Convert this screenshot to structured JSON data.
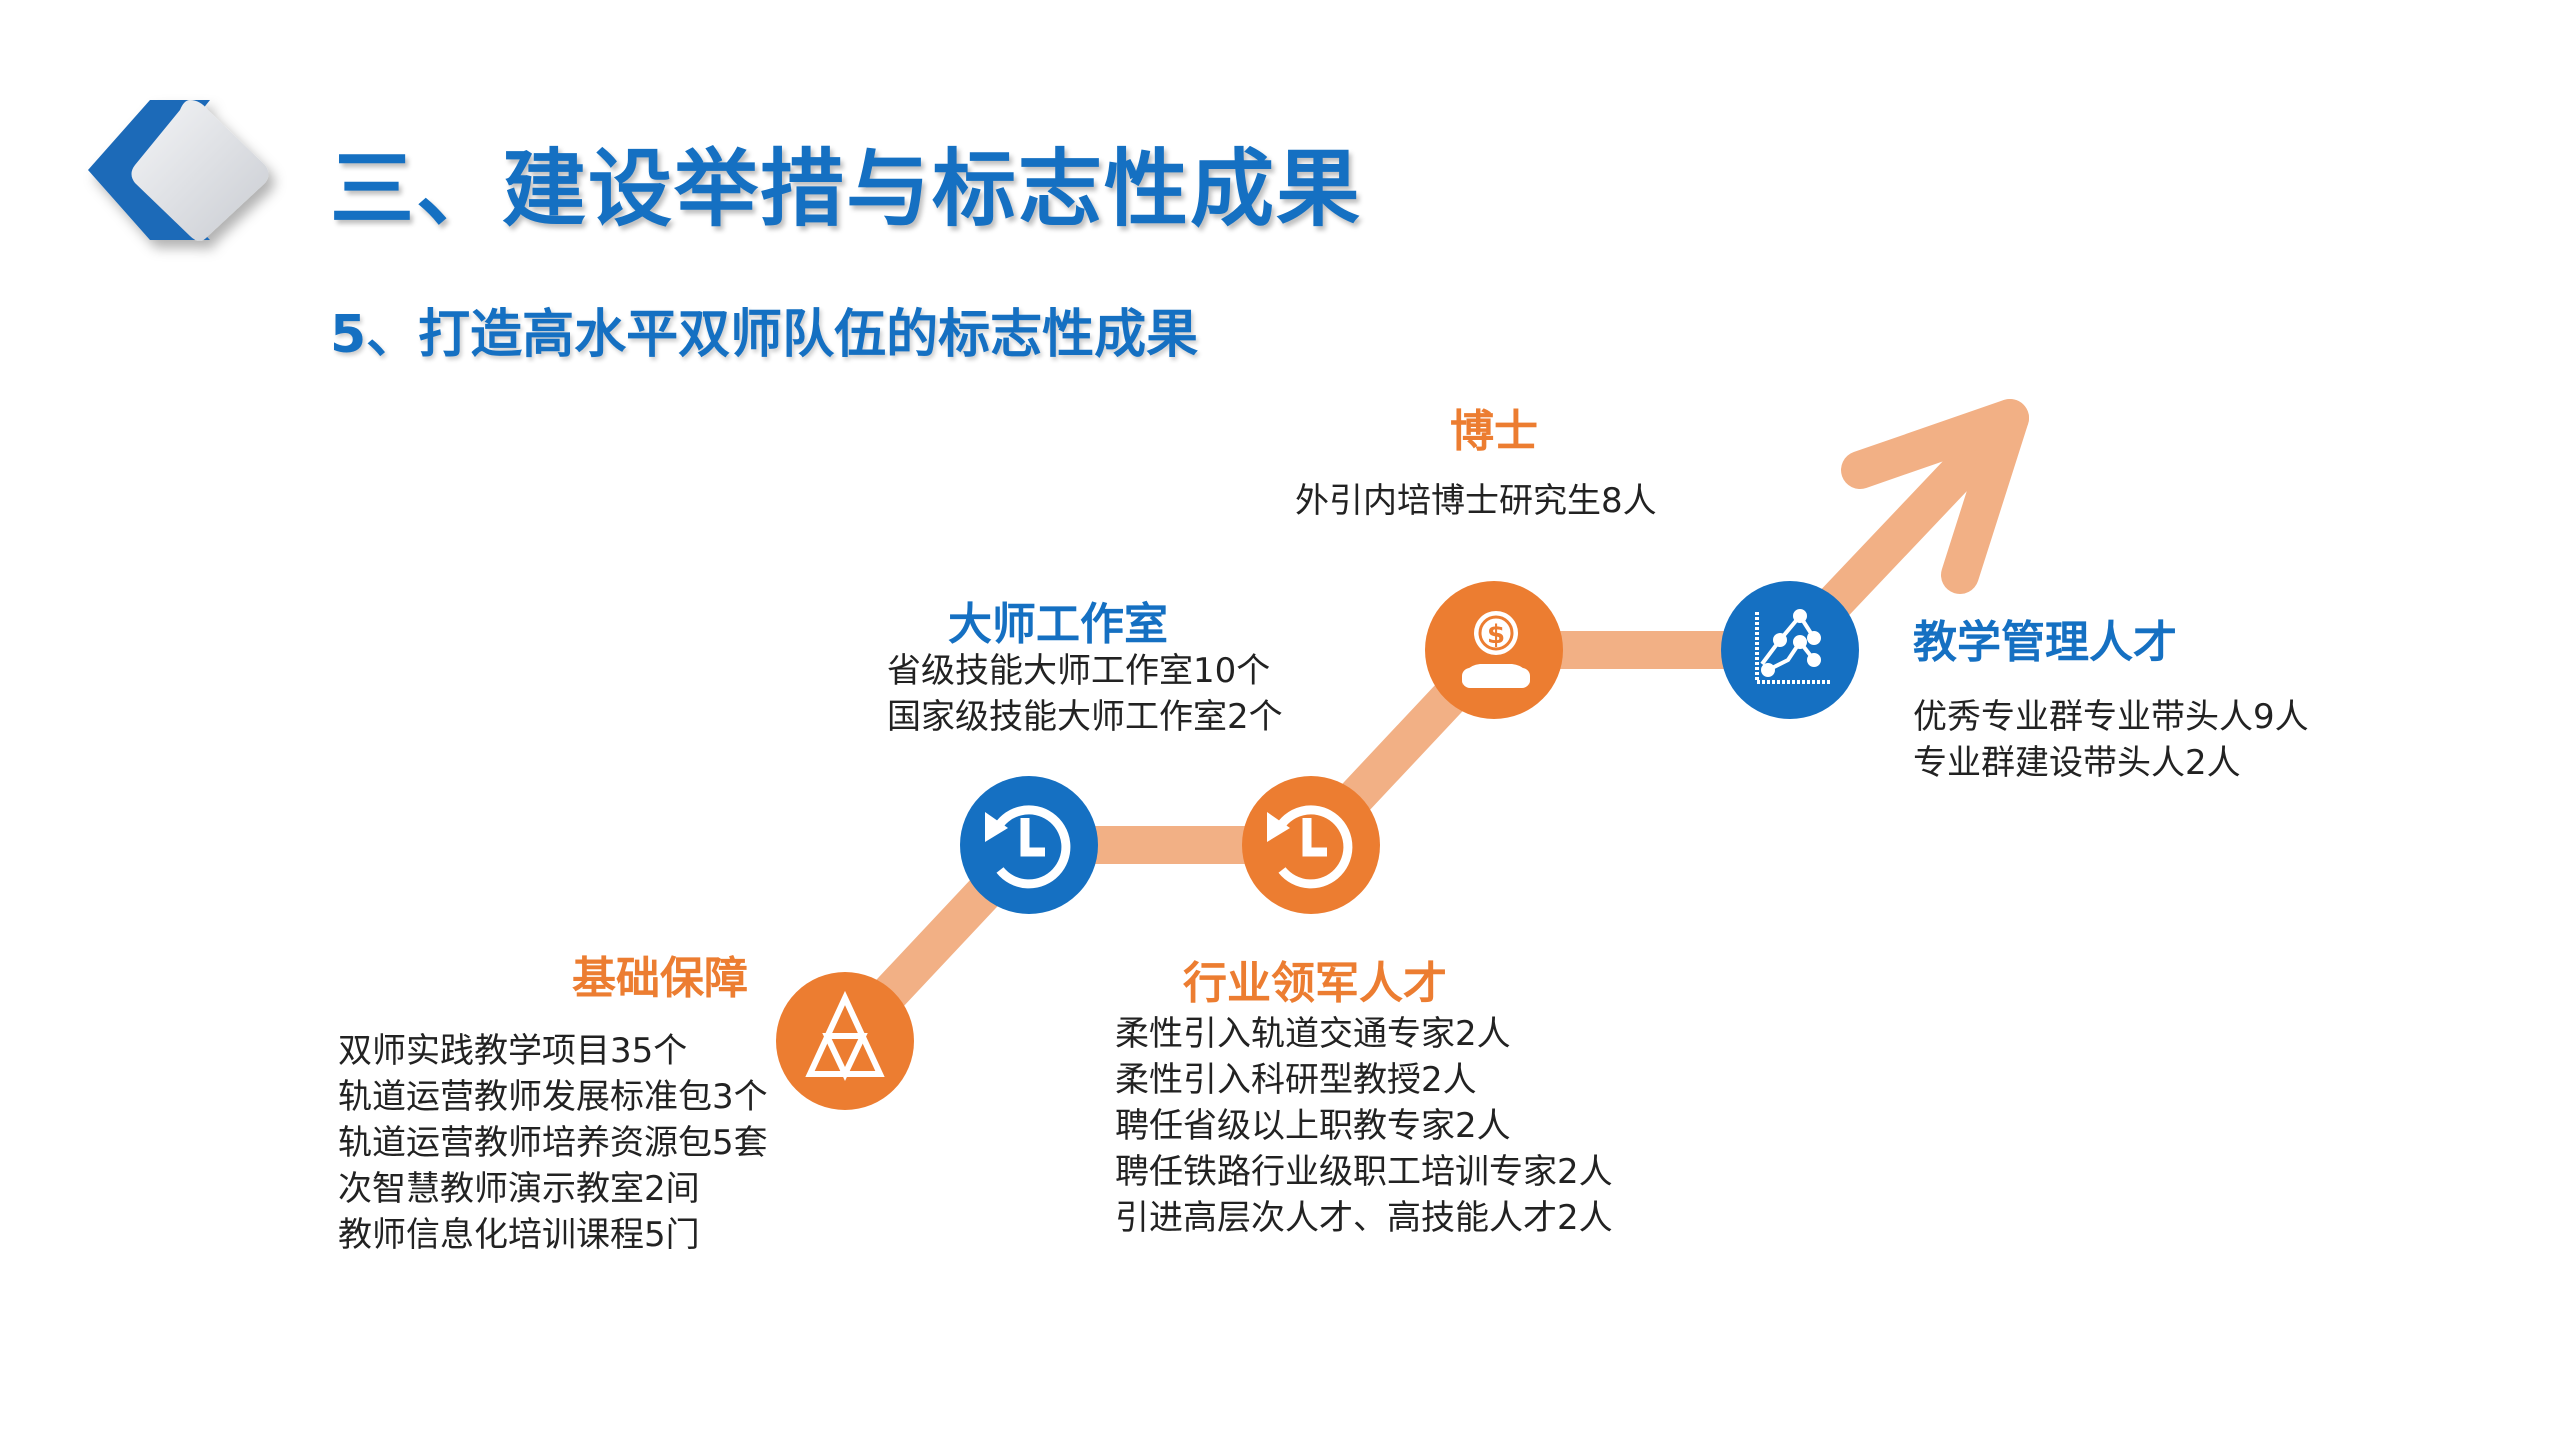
{
  "header": {
    "title": "三、建设举措与标志性成果",
    "subtitle": "5、打造高水平双师队伍的标志性成果"
  },
  "colors": {
    "blue": "#1570c2",
    "orange": "#ec7d31",
    "path": "#f2b085"
  },
  "milestones": [
    {
      "title": "基础保障",
      "icon": "triangle-icon",
      "items": [
        "双师实践教学项目35个",
        "轨道运营教师发展标准包3个",
        "轨道运营教师培养资源包5套",
        "次智慧教师演示教室2间",
        "教师信息化培训课程5门"
      ]
    },
    {
      "title": "大师工作室",
      "icon": "history-clock-icon",
      "items": [
        "省级技能大师工作室10个",
        "国家级技能大师工作室2个"
      ]
    },
    {
      "title": "行业领军人才",
      "icon": "history-clock-icon",
      "items": [
        "柔性引入轨道交通专家2人",
        "柔性引入科研型教授2人",
        "聘任省级以上职教专家2人",
        "聘任铁路行业级职工培训专家2人",
        "引进高层次人才、高技能人才2人"
      ]
    },
    {
      "title": "博士",
      "icon": "dollar-person-icon",
      "items": [
        "外引内培博士研究生8人"
      ]
    },
    {
      "title": "教学管理人才",
      "icon": "line-chart-icon",
      "items": [
        "优秀专业群专业带头人9人",
        "专业群建设带头人2人"
      ]
    }
  ]
}
